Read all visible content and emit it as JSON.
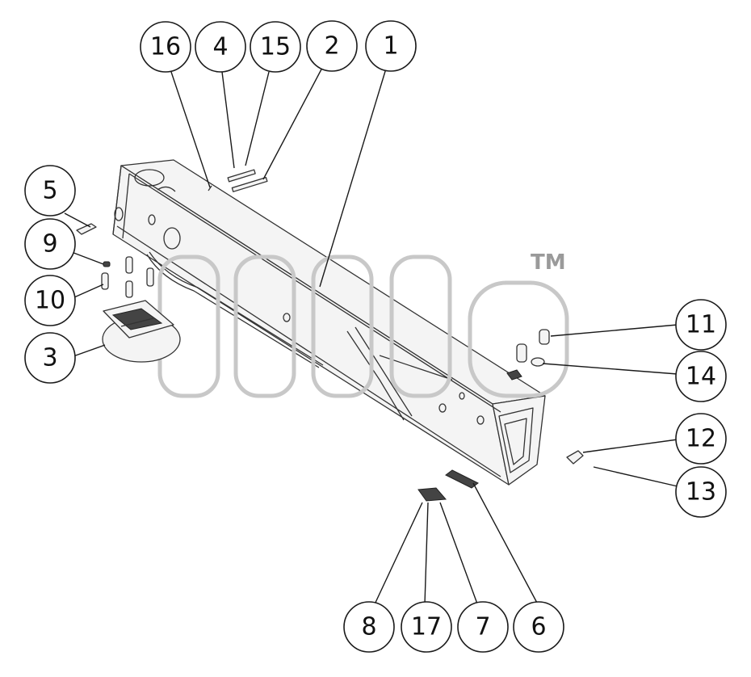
{
  "watermark": {
    "tm": "TM"
  },
  "callouts": [
    {
      "id": "c16",
      "label": "16"
    },
    {
      "id": "c4",
      "label": "4"
    },
    {
      "id": "c15",
      "label": "15"
    },
    {
      "id": "c2",
      "label": "2"
    },
    {
      "id": "c1",
      "label": "1"
    },
    {
      "id": "c5",
      "label": "5"
    },
    {
      "id": "c9",
      "label": "9"
    },
    {
      "id": "c10",
      "label": "10"
    },
    {
      "id": "c3",
      "label": "3"
    },
    {
      "id": "c11",
      "label": "11"
    },
    {
      "id": "c14",
      "label": "14"
    },
    {
      "id": "c12",
      "label": "12"
    },
    {
      "id": "c13",
      "label": "13"
    },
    {
      "id": "c8",
      "label": "8"
    },
    {
      "id": "c17",
      "label": "17"
    },
    {
      "id": "c7",
      "label": "7"
    },
    {
      "id": "c6",
      "label": "6"
    }
  ]
}
